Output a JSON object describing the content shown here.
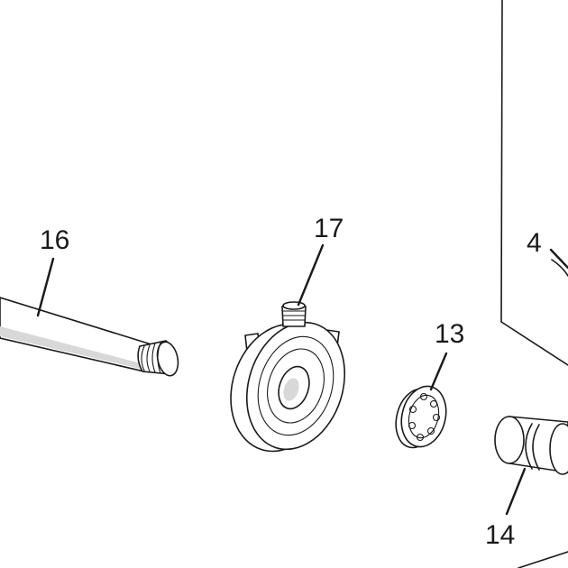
{
  "diagram": {
    "labels": {
      "shaft": "16",
      "housing": "17",
      "bearing": "13",
      "cover": "4",
      "bushing": "14"
    }
  }
}
